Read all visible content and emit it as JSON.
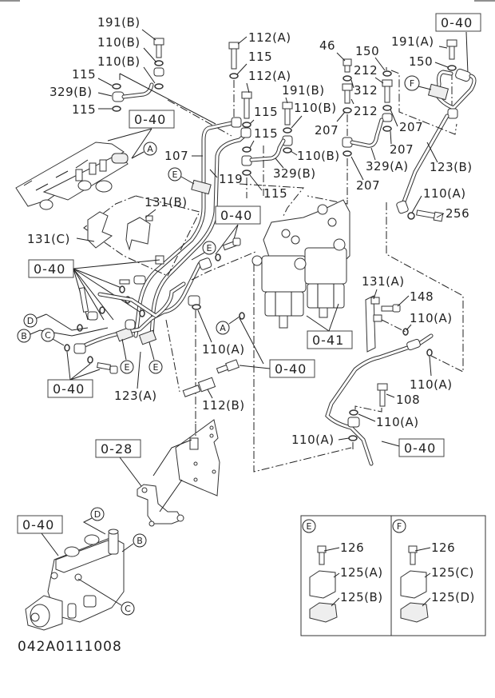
{
  "diagram": {
    "code": "042A0111008",
    "labels": {
      "l191B_1": "191(B)",
      "l110B_1": "110(B)",
      "l110B_2": "110(B)",
      "l115_1": "115",
      "l329B_1": "329(B)",
      "l115_2": "115",
      "l112A_1": "112(A)",
      "l115_3": "115",
      "l112A_2": "112(A)",
      "l191B_2": "191(B)",
      "l115_4": "115",
      "l110B_3": "110(B)",
      "l115_5": "115",
      "l110B_4": "110(B)",
      "l329B_2": "329(B)",
      "l115_6": "115",
      "l107": "107",
      "l119": "119",
      "l46": "46",
      "l150_1": "150",
      "l212_1": "212",
      "l312": "312",
      "l212_2": "212",
      "l207_1": "207",
      "l207_2": "207",
      "l207_3": "207",
      "l207_4": "207",
      "l329A": "329(A)",
      "l191A": "191(A)",
      "l150_2": "150",
      "l123B": "123(B)",
      "l110A_1": "110(A)",
      "l256": "256",
      "l131B": "131(B)",
      "l131C": "131(C)",
      "l131A": "131(A)",
      "l148": "148",
      "l110A_2": "110(A)",
      "l110A_3": "110(A)",
      "l110A_4": "110(A)",
      "l108": "108",
      "l110A_5": "110(A)",
      "l110A_6": "110(A)",
      "l123A": "123(A)",
      "l112B": "112(B)"
    },
    "ref_boxes": {
      "b040_top_right": "0-40",
      "b040_left_top": "0-40",
      "b040_mid": "0-40",
      "b040_left_mid": "0-40",
      "b040_left_low": "0-40",
      "b040_center": "0-40",
      "b041": "0-41",
      "b040_right_low": "0-40",
      "b028": "0-28",
      "b040_pump": "0-40"
    },
    "callouts": {
      "A1": "A",
      "A2": "A",
      "B1": "B",
      "B2": "B",
      "C1": "C",
      "C2": "C",
      "D1": "D",
      "D2": "D",
      "E1": "E",
      "E2": "E",
      "E3": "E",
      "E4": "E",
      "F1": "F"
    },
    "detail_panels": {
      "E": {
        "callout": "E",
        "bolt": "126",
        "upper": "125(A)",
        "lower": "125(B)"
      },
      "F": {
        "callout": "F",
        "bolt": "126",
        "upper": "125(C)",
        "lower": "125(D)"
      }
    }
  }
}
